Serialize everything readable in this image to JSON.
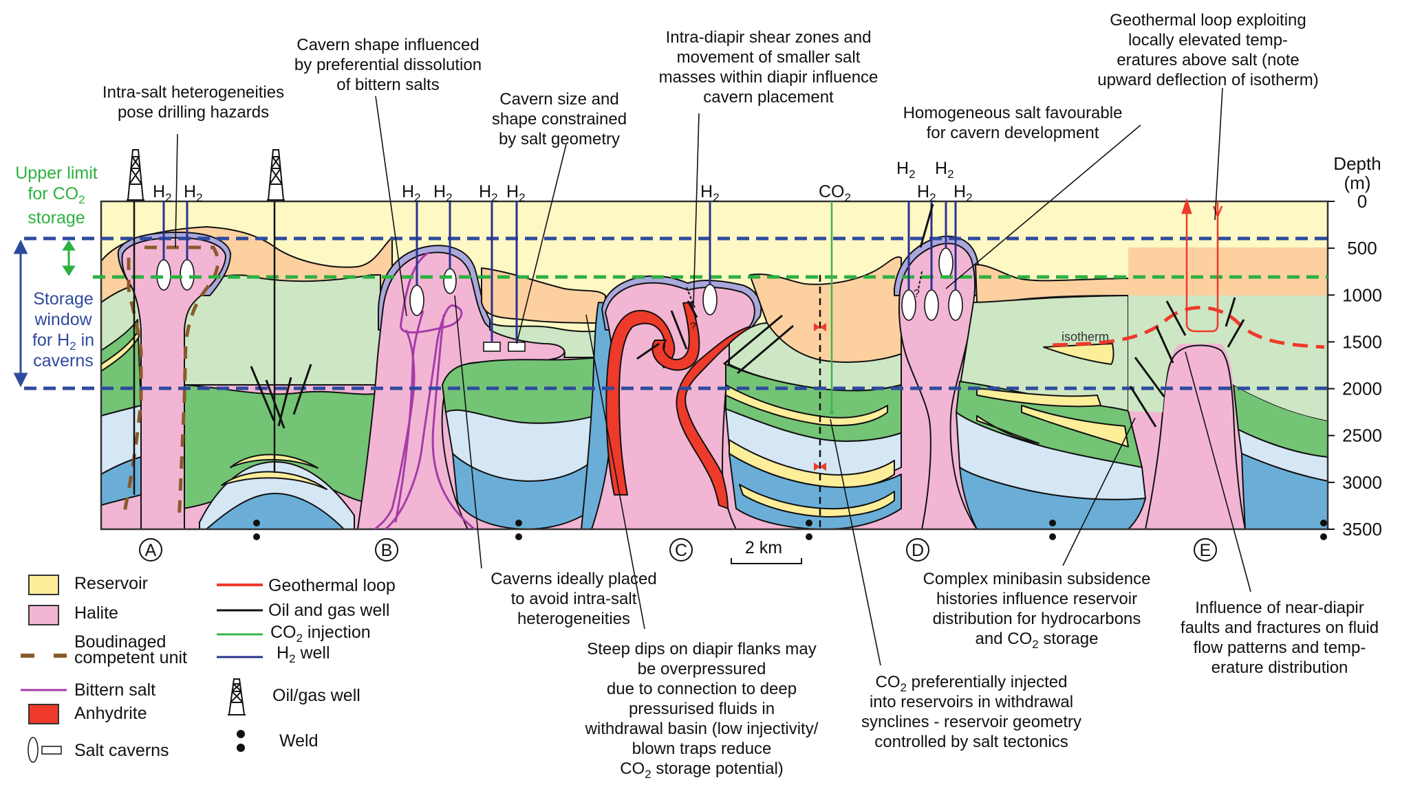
{
  "figure": {
    "type": "geological cross-section",
    "diapir_labels": [
      "A",
      "B",
      "C",
      "D",
      "E"
    ],
    "scale_bar": "2 km",
    "depth_axis": {
      "title_line1": "Depth",
      "title_line2": "(m)",
      "ticks": [
        "0",
        "500",
        "1000",
        "1500",
        "2000",
        "2500",
        "3000",
        "3500"
      ],
      "range_m": [
        0,
        3500
      ]
    },
    "reference_lines": {
      "storage_window_h2_top_m": 400,
      "storage_window_h2_base_m": 2000,
      "co2_upper_limit_m": 800,
      "isotherm_label": "isotherm"
    },
    "left_labels": {
      "co2_limit": [
        "Upper limit",
        "for CO",
        "2",
        "storage"
      ],
      "h2_window": [
        "Storage",
        "window",
        "for H",
        "2",
        " in",
        "caverns"
      ]
    },
    "well_labels": {
      "h2": "H",
      "sub2": "2",
      "co2": "CO"
    },
    "question_mark": "?",
    "colors": {
      "reservoir": "#fdee9a",
      "halite": "#f2b6d4",
      "overburden_yellow": "#fdf8c4",
      "orange": "#fdd0a0",
      "pale_green": "#cde6c3",
      "green": "#74c476",
      "pale_blue": "#d5e6f5",
      "blue": "#6aaed8",
      "caprock": "#a9a8dc",
      "anhydrite": "#ee3a2a",
      "bittern": "#a63ba8",
      "boudin": "#8b5a2b",
      "h2_well": "#2b3190",
      "co2_well": "#3cb44b",
      "geothermal": "#ee3a2a",
      "storage_window_line": "#2e4a9e",
      "co2_limit_line": "#2db040"
    }
  },
  "annotations": {
    "intra_salt": [
      "Intra-salt heterogeneities",
      "pose drilling hazards"
    ],
    "cavern_shape": [
      "Cavern shape influenced",
      "by preferential dissolution",
      "of bittern salts"
    ],
    "cavern_size": [
      "Cavern size and",
      "shape constrained",
      "by salt geometry"
    ],
    "shear_zones": [
      "Intra-diapir shear zones and",
      "movement of smaller salt",
      "masses within diapir influence",
      "cavern placement"
    ],
    "homogeneous": [
      "Homogeneous salt favourable",
      "for cavern development"
    ],
    "geothermal": [
      "Geothermal loop exploiting",
      "locally elevated temp-",
      "eratures above salt (note",
      "upward deflection of isotherm)"
    ],
    "caverns_ideal": [
      "Caverns ideally placed",
      "to avoid intra-salt",
      "heterogeneities"
    ],
    "steep_dips": [
      "Steep dips on diapir flanks may",
      "be overpressured",
      "due to connection to deep",
      "pressurised  fluids in",
      "withdrawal basin (low injectivity/",
      "blown traps reduce",
      "CO",
      "2",
      " storage potential)"
    ],
    "minibasin": [
      "Complex minibasin subsidence",
      "histories influence reservoir",
      "distribution for hydrocarbons",
      "and CO",
      "2",
      " storage"
    ],
    "co2_pref": [
      "CO",
      "2",
      " preferentially injected",
      "into reservoirs in withdrawal",
      "synclines - reservoir geometry",
      "controlled by salt tectonics"
    ],
    "near_diapir": [
      "Influence of near-diapir",
      "faults and fractures on fluid",
      "flow patterns and temp-",
      "erature distribution"
    ]
  },
  "legend": {
    "left": [
      {
        "label": "Reservoir",
        "symbol": "yellow-box"
      },
      {
        "label": "Halite",
        "symbol": "pink-box"
      },
      {
        "label": "Boudinaged",
        "label2": "competent unit",
        "symbol": "brown-dashed-line"
      },
      {
        "label": "Bittern salt",
        "symbol": "purple-line"
      },
      {
        "label": "Anhydrite",
        "symbol": "red-box"
      },
      {
        "label": "Salt caverns",
        "symbol": "cavern-shapes"
      }
    ],
    "right": [
      {
        "label": "Geothermal loop",
        "symbol": "red-line"
      },
      {
        "label": "Oil and gas well",
        "symbol": "black-line"
      },
      {
        "label": "CO",
        "sub": "2",
        "label_rest": " injection",
        "symbol": "green-line"
      },
      {
        "label": "H",
        "sub": "2",
        "label_rest": " well",
        "symbol": "blue-line"
      },
      {
        "label": "Oil/gas well",
        "symbol": "derrick"
      },
      {
        "label": "Weld",
        "symbol": "two-dots"
      }
    ]
  }
}
